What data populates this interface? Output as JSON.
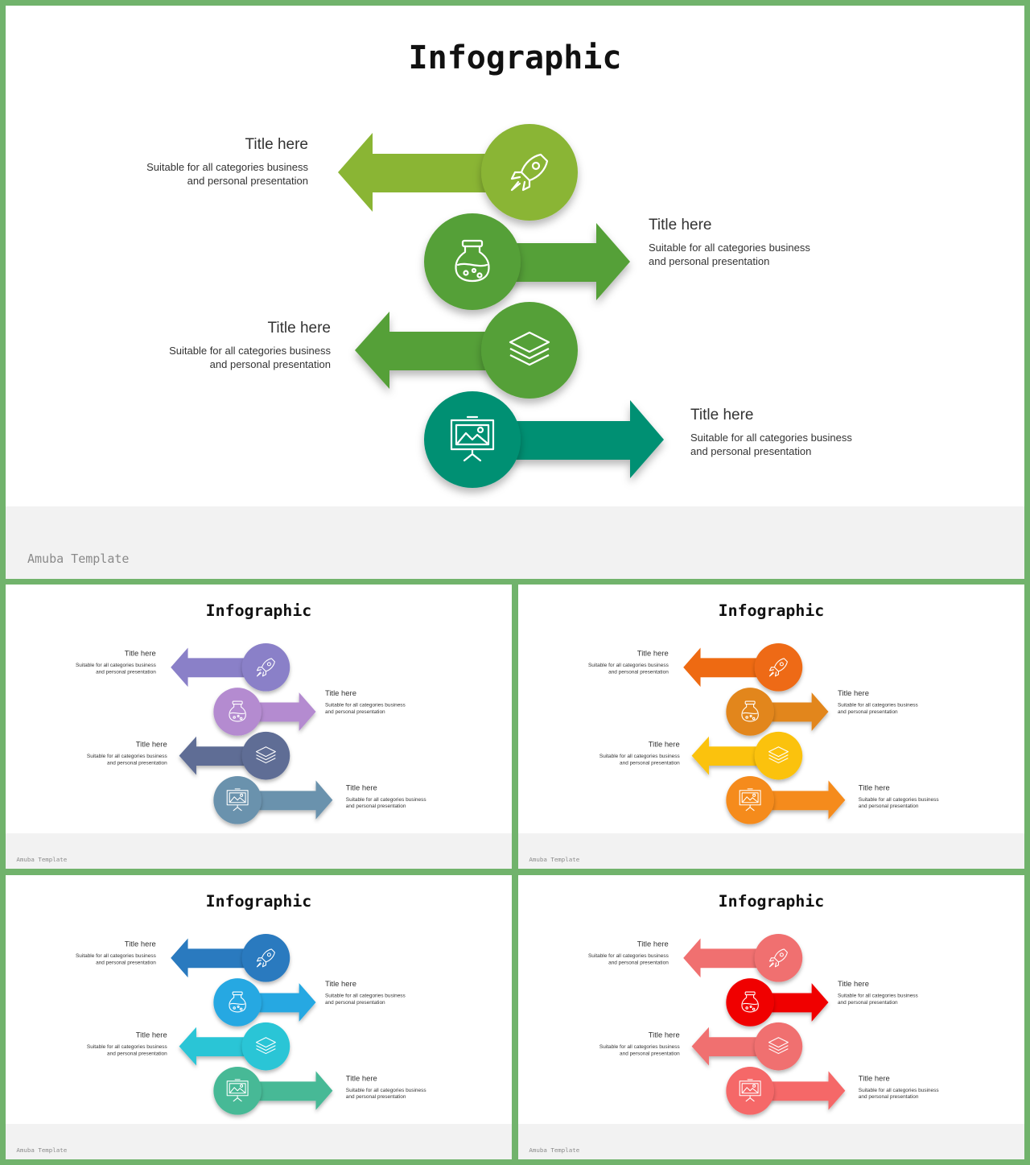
{
  "slides": [
    {
      "title": "Infographic",
      "footer": "Amuba Template",
      "colors": [
        "#8ab534",
        "#55a037",
        "#55a037",
        "#039073"
      ]
    },
    {
      "title": "Infographic",
      "footer": "Amuba Template",
      "colors": [
        "#8a80c8",
        "#b48bd0",
        "#5e6d95",
        "#6b92ad"
      ]
    },
    {
      "title": "Infographic",
      "footer": "Amuba Template",
      "colors": [
        "#ee6a12",
        "#e2861b",
        "#fbc20a",
        "#f58b1d"
      ]
    },
    {
      "title": "Infographic",
      "footer": "Amuba Template",
      "colors": [
        "#2a7abf",
        "#26a8e2",
        "#29c5d6",
        "#46b996"
      ]
    },
    {
      "title": "Infographic",
      "footer": "Amuba Template",
      "colors": [
        "#f07070",
        "#f00000",
        "#f07070",
        "#f56767"
      ]
    }
  ],
  "items": [
    {
      "title": "Title here",
      "line1": "Suitable for all categories business",
      "line2": "and personal presentation",
      "icon": "rocket-icon"
    },
    {
      "title": "Title here",
      "line1": "Suitable for all categories business",
      "line2": "and personal presentation",
      "icon": "flask-icon"
    },
    {
      "title": "Title here",
      "line1": "Suitable for all categories business",
      "line2": "and personal presentation",
      "icon": "layers-icon"
    },
    {
      "title": "Title here",
      "line1": "Suitable for all categories business",
      "line2": "and personal presentation",
      "icon": "presentation-board-icon"
    }
  ]
}
